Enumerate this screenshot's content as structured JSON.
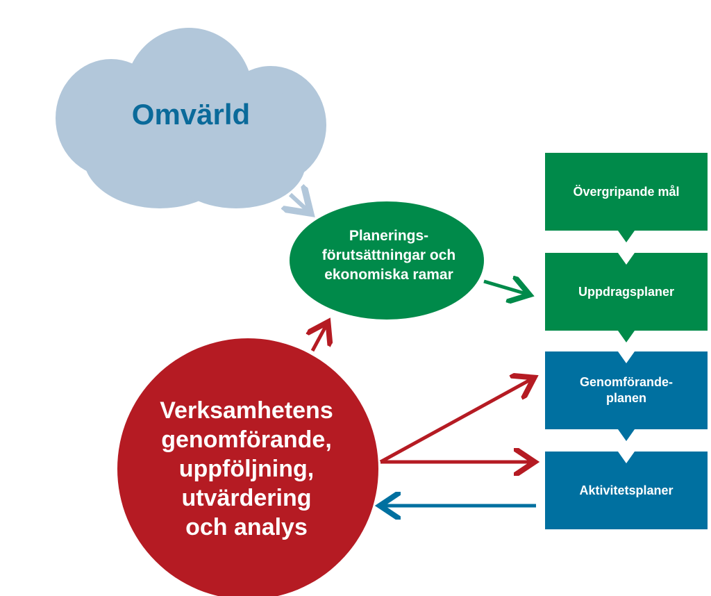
{
  "colors": {
    "cloud": "#b2c7da",
    "cloud_text": "#0a6a9a",
    "green": "#008a4a",
    "red": "#b51b23",
    "blue": "#0070a0"
  },
  "cloud": {
    "label": "Omvärld"
  },
  "ellipse": {
    "label": "Planerings-\nförutsättningar och\nekonomiska ramar"
  },
  "circle": {
    "label": "Verksamhetens\ngenomförande,\nuppföljning,\nutvärdering\noch analys"
  },
  "boxes": [
    {
      "label": "Övergripande mål"
    },
    {
      "label": "Uppdragsplaner"
    },
    {
      "label": "Genomförande-\nplanen"
    },
    {
      "label": "Aktivitetsplaner"
    }
  ]
}
